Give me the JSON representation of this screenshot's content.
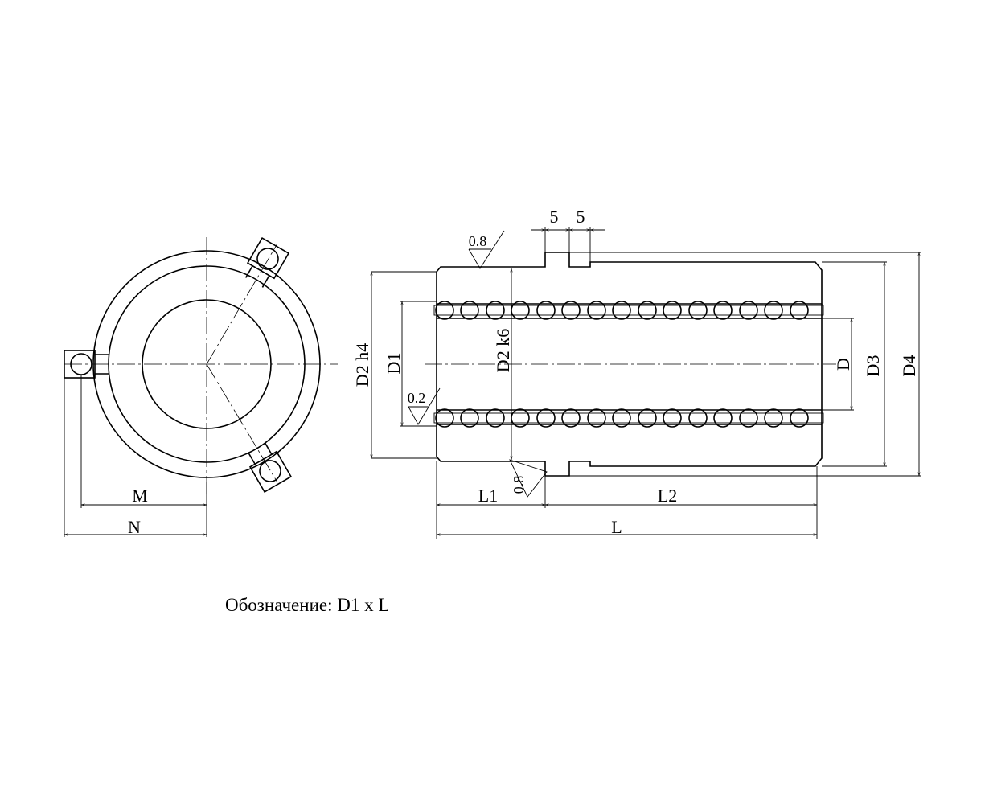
{
  "labels": {
    "M": "M",
    "N": "N",
    "D2h4": "D2 h4",
    "D1": "D1",
    "D2k6": "D2 k6",
    "D": "D",
    "D3": "D3",
    "D4": "D4",
    "L1": "L1",
    "L2": "L2",
    "L": "L",
    "dim5a": "5",
    "dim5b": "5"
  },
  "roughness": {
    "top": "0.8",
    "inner": "0.2",
    "bottom": "0.8"
  },
  "caption": "Обозначение: D1 x L"
}
